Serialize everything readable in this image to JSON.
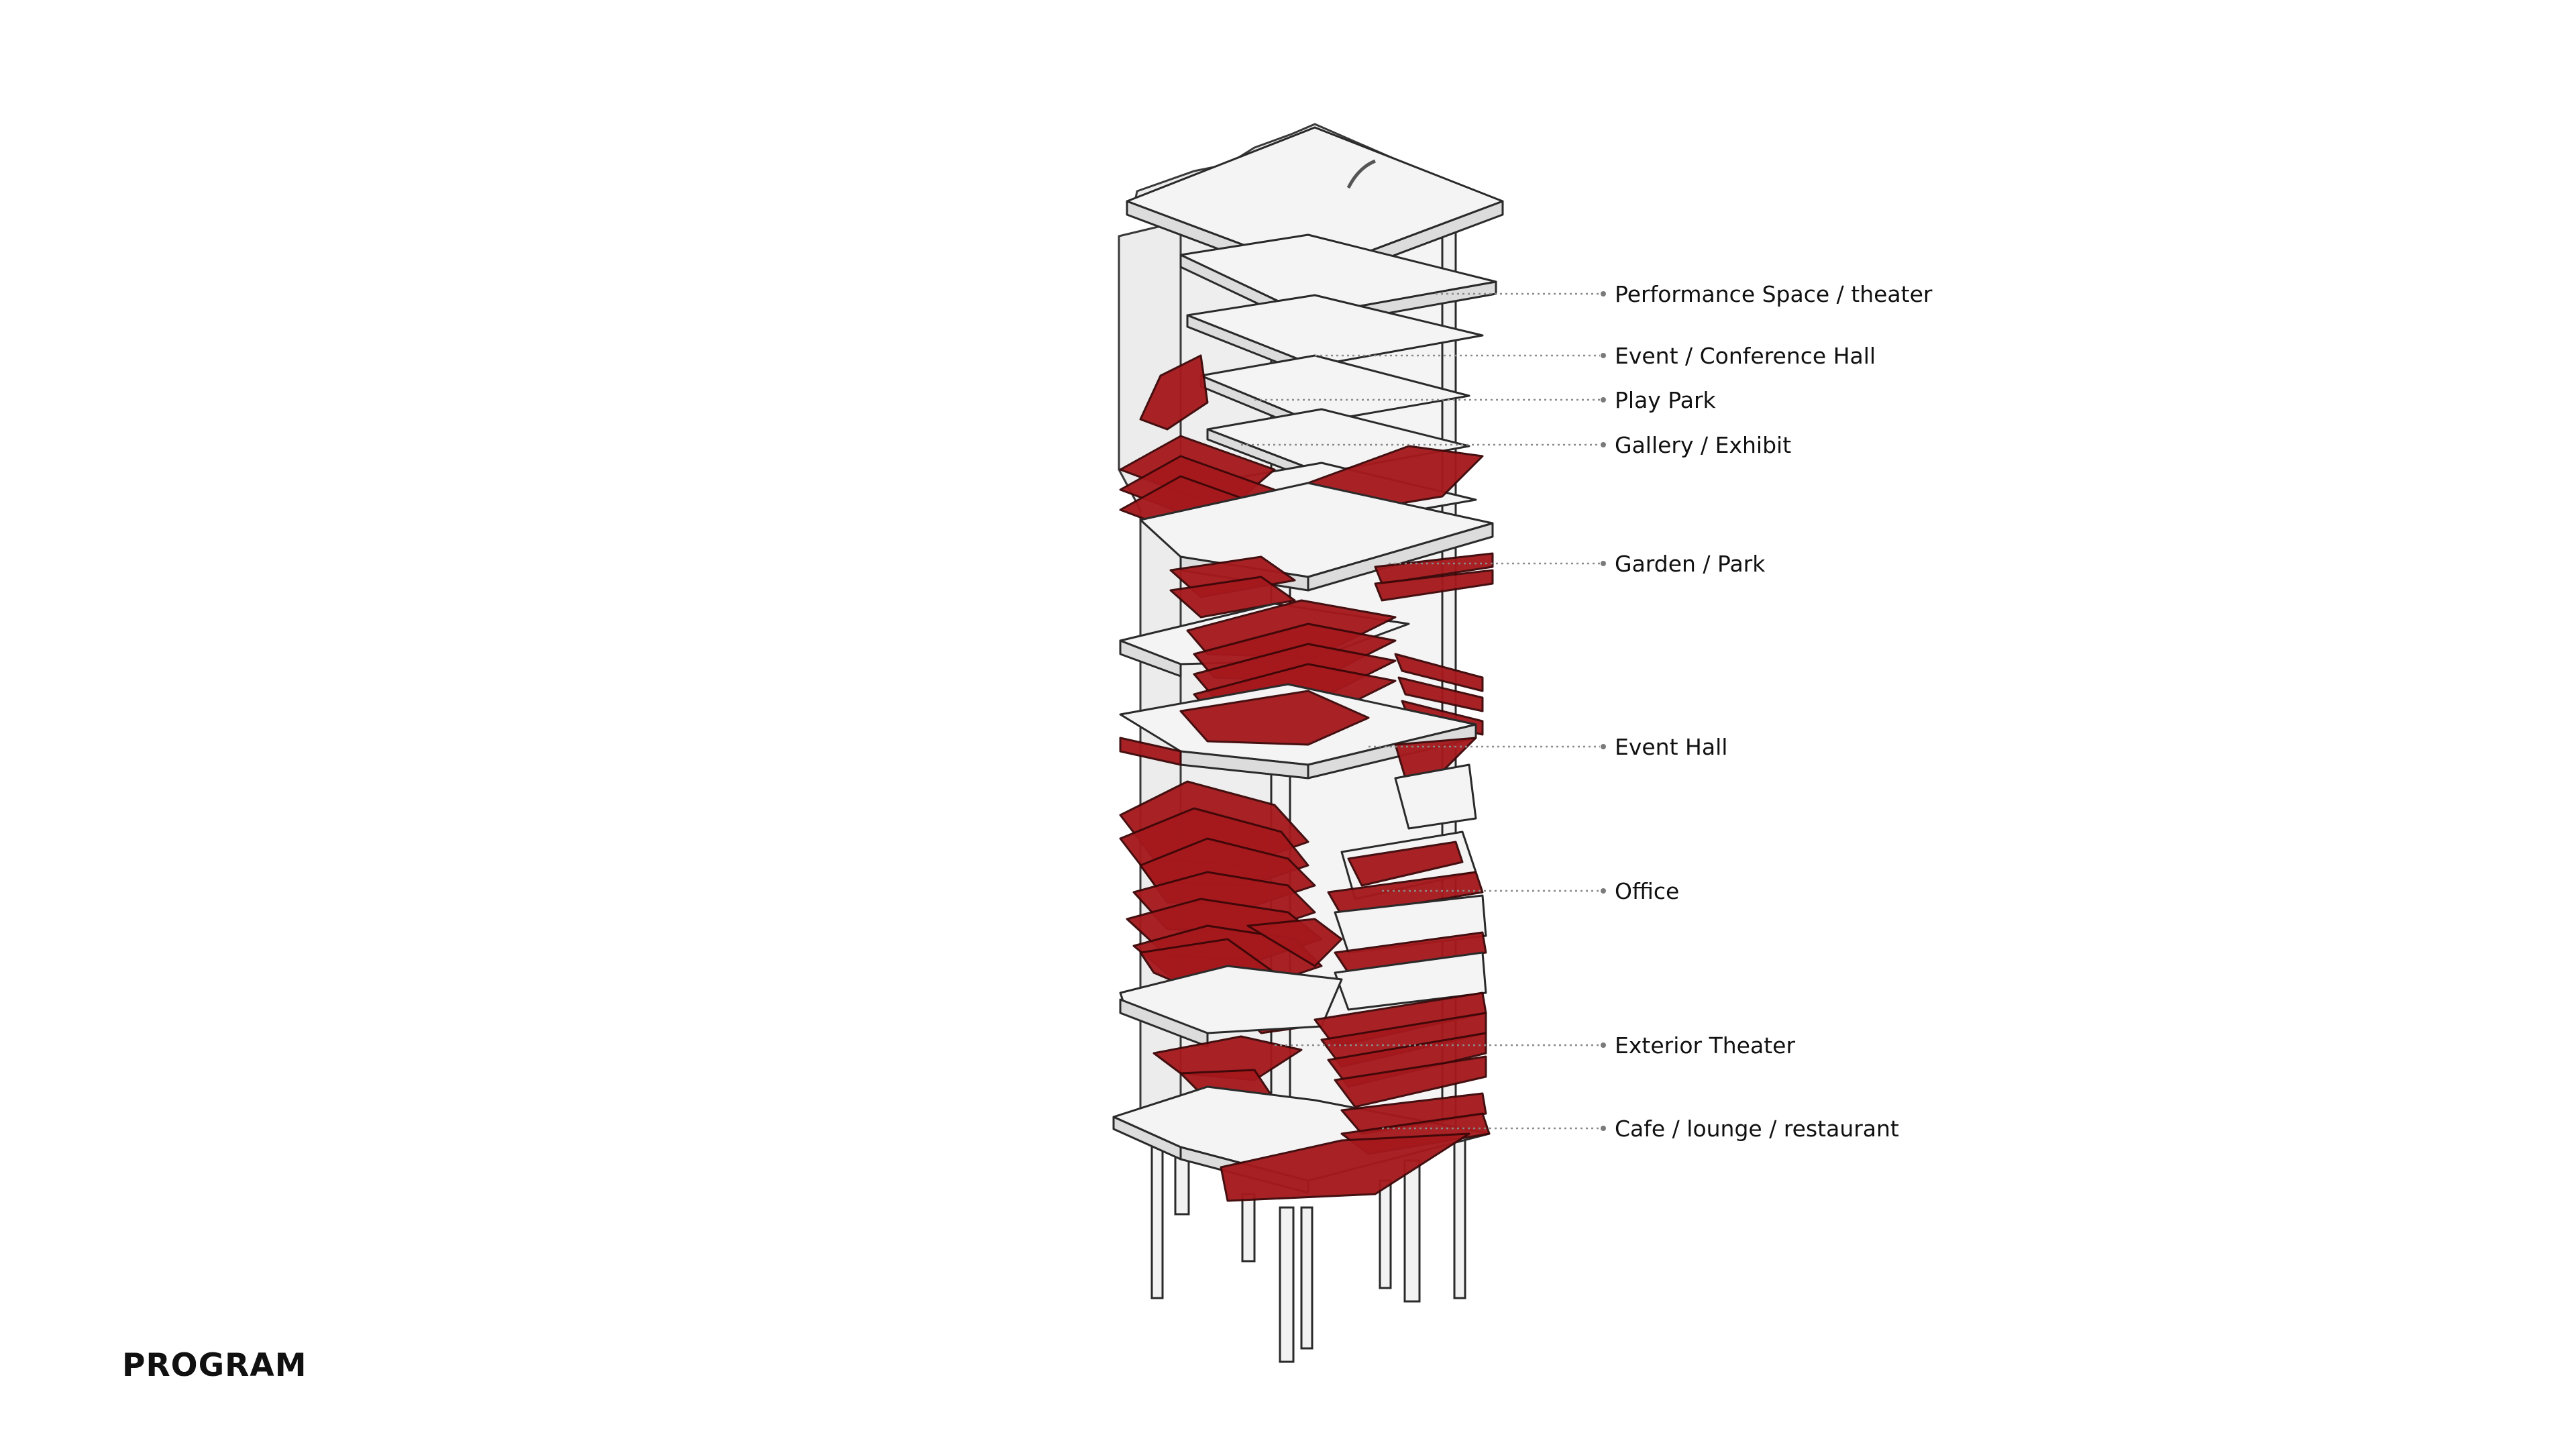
{
  "title": "PROGRAM",
  "labels": [
    {
      "key": "performance",
      "text": "Performance Space / theater"
    },
    {
      "key": "event_conference",
      "text": "Event / Conference Hall"
    },
    {
      "key": "play_park",
      "text": "Play Park"
    },
    {
      "key": "gallery",
      "text": "Gallery / Exhibit"
    },
    {
      "key": "garden",
      "text": "Garden / Park"
    },
    {
      "key": "event_hall",
      "text": "Event Hall"
    },
    {
      "key": "office",
      "text": "Office"
    },
    {
      "key": "exterior_theater",
      "text": "Exterior Theater"
    },
    {
      "key": "cafe",
      "text": "Cafe / lounge / restaurant"
    }
  ],
  "colors": {
    "program_highlight": "#a5191d",
    "slab": "#f4f4f4",
    "outline": "#2a2a2a"
  }
}
